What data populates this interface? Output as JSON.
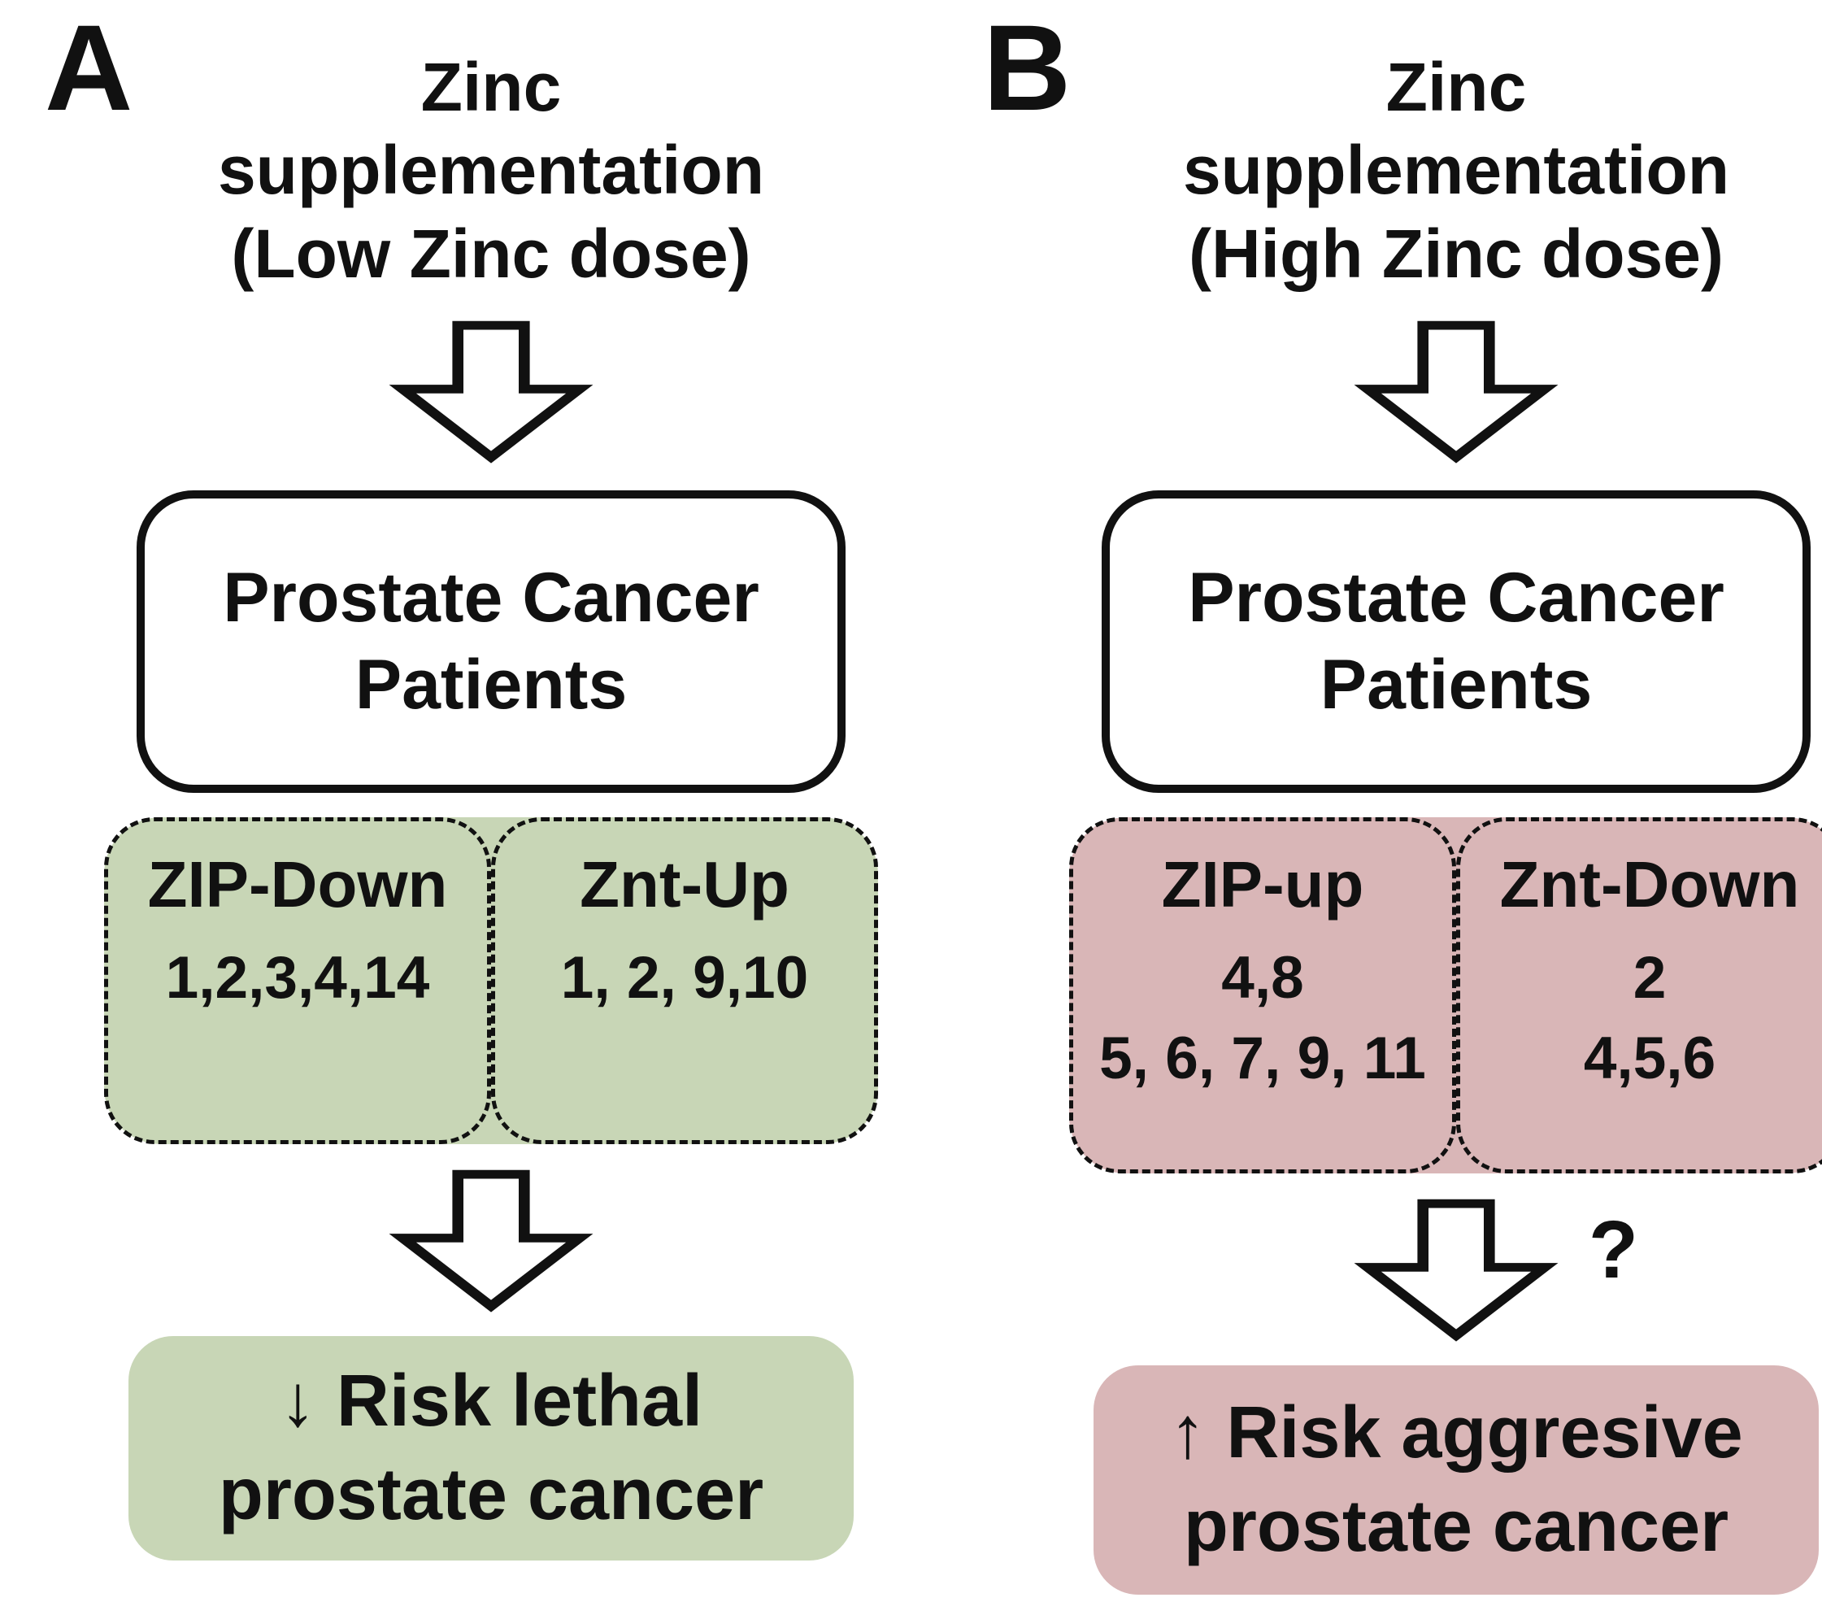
{
  "colors": {
    "green": "#c8d6b6",
    "pink": "#d9b6b7",
    "ink": "#111111"
  },
  "panel_a": {
    "label": "A",
    "title": "Zinc\nsupplementation\n(Low Zinc dose)",
    "patients_box": "Prostate Cancer\nPatients",
    "transporters": {
      "left": {
        "name": "ZIP-Down",
        "numbers": "1,2,3,4,14"
      },
      "right": {
        "name": "Znt-Up",
        "numbers": "1, 2, 9,10"
      }
    },
    "outcome": "↓ Risk lethal\nprostate cancer"
  },
  "panel_b": {
    "label": "B",
    "title": "Zinc\nsupplementation\n(High Zinc dose)",
    "patients_box": "Prostate Cancer\nPatients",
    "transporters": {
      "left": {
        "name": "ZIP-up",
        "numbers": "4,8\n5, 6, 7, 9, 11"
      },
      "right": {
        "name": "Znt-Down",
        "numbers": "2\n4,5,6"
      }
    },
    "arrow_annotation": "?",
    "outcome": "↑ Risk aggresive\nprostate cancer"
  }
}
